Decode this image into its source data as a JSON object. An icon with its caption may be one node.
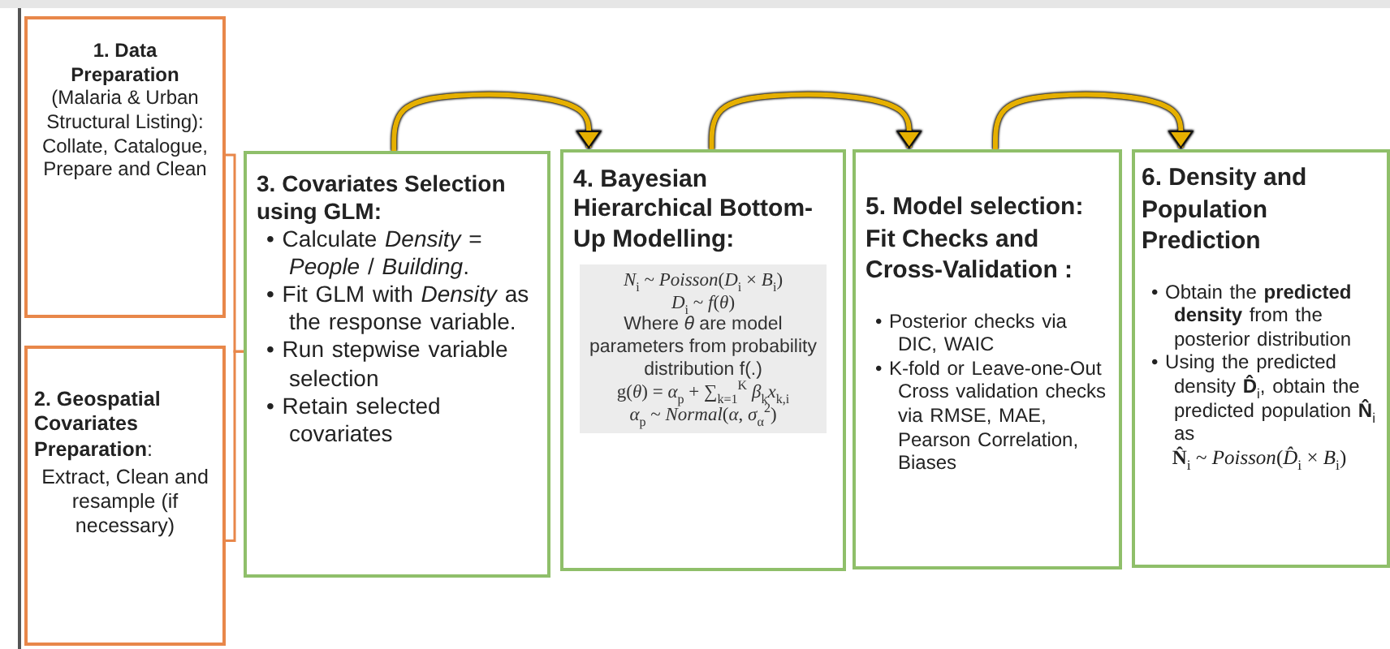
{
  "diagram": {
    "nodes": [
      {
        "text": [
          "1. Data Preparation",
          "(Malaria & Urban Structural Listing): Collate, Catalogue, Prepare and Clean"
        ]
      },
      {
        "text": [
          "**2. Geospatial Covariates Preparation**:",
          "Extract, Clean and resample (if necessary)"
        ]
      },
      {
        "text": [
          "3. Covariates Selection using GLM:",
          "• Calculate *Density* = *People* / *Building*.",
          "• Fit GLM with *Density* as the response variable.",
          "• Run stepwise variable selection",
          "• Retain selected covariates"
        ]
      },
      {
        "text": [
          "4. Bayesian Hierarchical Bottom-Up Modelling:"
        ]
      },
      {
        "text": [
          "*N*$_{i}$ ~ *Poisson*(*D*$_{i}$ × *B*$_{i}$)",
          "*D*$_{i}$ ~ *f*(*θ*)",
          "Where *θ* are model parameters from probability distribution f(.)",
          "g(*θ*) = *α*$_{p}$ + ∑$_{k=1}$$^{K}$ *β*$_{k}$*x*$_{k,i}$",
          "*α*$_{p}$ ~ *Normal*(*α*, *σ*$_{α}$$^{2}$)"
        ],
        "in": 3
      },
      {
        "text": [
          "5. Model selection: Fit Checks and Cross-Validation :",
          "• Posterior checks via DIC, WAIC",
          "• K-fold or Leave-one-Out Cross validation checks via RMSE, MAE, Pearson Correlation, Biases"
        ]
      },
      {
        "text": [
          "6. Density and Population Prediction",
          "• Obtain the **predicted density** from the posterior distribution",
          "• Using the predicted density **D̂**$_{i}$, obtain the predicted population **N̂**$_{i}$ as",
          "**N̂**$_{i}$ ~ *Poisson*(*D̂*$_{i}$ × *B*$_{i}$)"
        ]
      }
    ],
    "edges": [
      {
        "from": 0,
        "to": 2,
        "arrow": "none",
        "color": "#e8874a"
      },
      {
        "from": 1,
        "to": 2,
        "arrow": "none",
        "color": "#e8874a"
      },
      {
        "from": 2,
        "to": 3,
        "arrow": "to"
      },
      {
        "from": 3,
        "to": 5,
        "arrow": "to"
      },
      {
        "from": 5,
        "to": 6,
        "arrow": "to"
      }
    ]
  }
}
